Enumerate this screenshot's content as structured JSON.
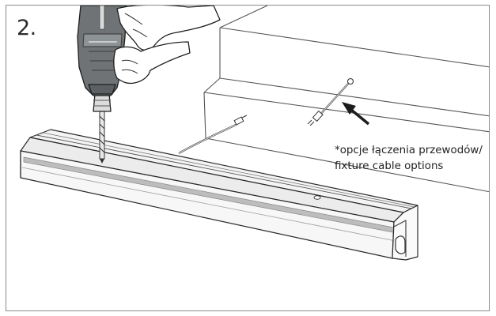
{
  "step": {
    "number": "2."
  },
  "callout": {
    "line1": "*opcje łączenia przewodów/",
    "line2": "fixture cable options"
  },
  "icons": {
    "drill": "power-drill-icon",
    "arrow": "pointer-arrow-icon",
    "profile": "led-stair-profile",
    "stairs": "stair-steps",
    "connector": "cable-connector-icon"
  },
  "colors": {
    "line": "#2a2a2a",
    "drill_body": "#6f7376",
    "profile_fill": "#f4f4f4",
    "profile_strip": "#bdbdbd"
  }
}
